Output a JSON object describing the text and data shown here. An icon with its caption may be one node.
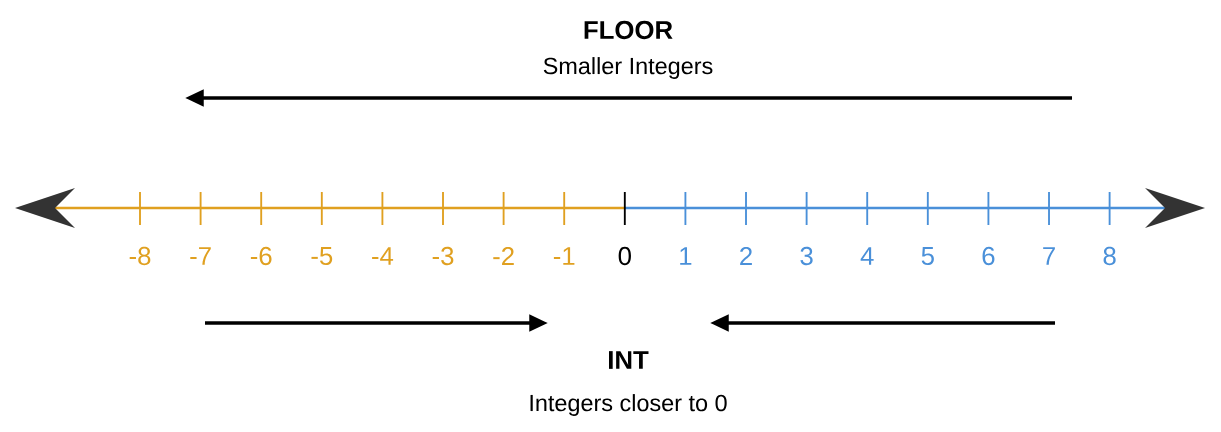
{
  "diagram": {
    "labels": [
      "FLOOR",
      "Smaller Integers",
      "-8",
      "-7",
      "-6",
      "-5",
      "-4",
      "-3",
      "-2",
      "-1",
      "0",
      "1",
      "2",
      "3",
      "4",
      "5",
      "6",
      "7",
      "8",
      "INT",
      "Integers closer to 0"
    ]
  }
}
